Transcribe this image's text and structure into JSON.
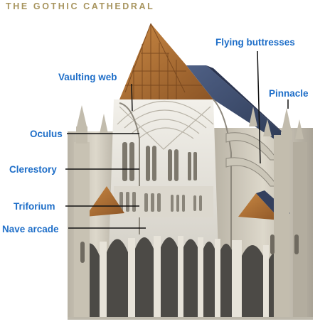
{
  "title": "THE GOTHIC CATHEDRAL",
  "colors": {
    "title": "#a8955f",
    "label": "#1e6ec8",
    "leader_line": "#111111",
    "roof_timber": "#b8763a",
    "roof_slate": "#3e4e6e",
    "stone": "#d9d4c6",
    "stone_shadow": "#9d978a",
    "interior": "#eceae4"
  },
  "labels": {
    "vaulting_web": "Vaulting web",
    "flying_buttresses": "Flying buttresses",
    "pinnacle": "Pinnacle",
    "oculus": "Oculus",
    "clerestory": "Clerestory",
    "triforium": "Triforium",
    "nave_arcade": "Nave arcade"
  }
}
